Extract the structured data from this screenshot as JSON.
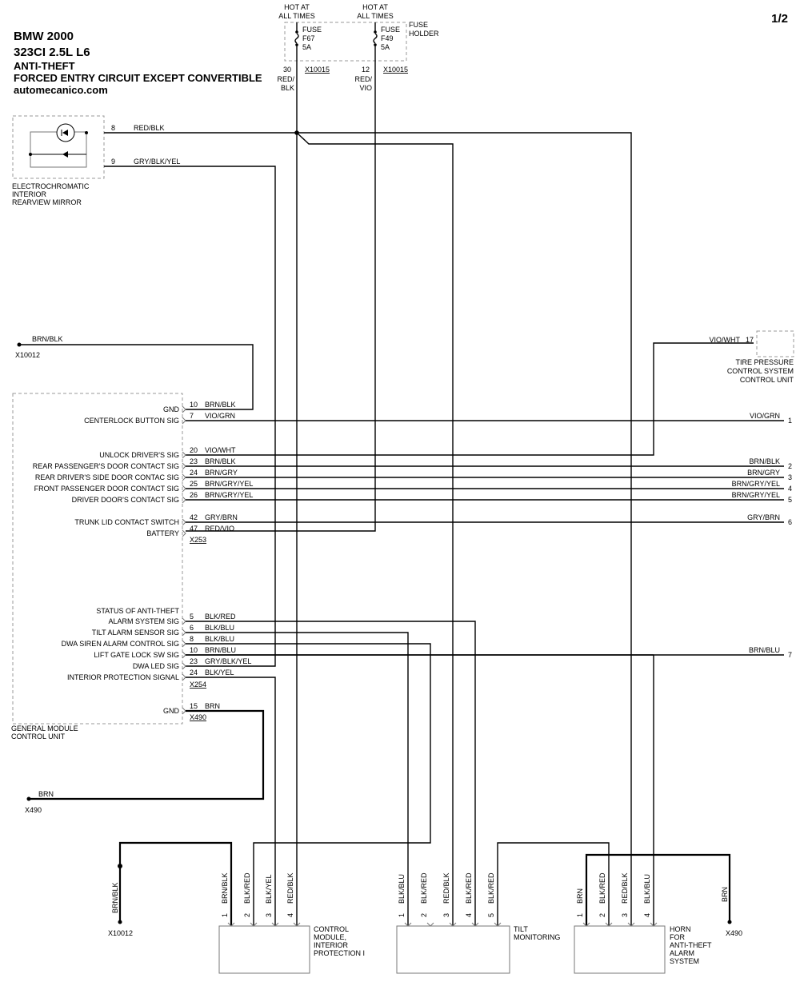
{
  "page": "1/2",
  "header": {
    "line1": "BMW 2000",
    "line2": "323CI 2.5L L6",
    "line3": "ANTI-THEFT",
    "line4": "FORCED ENTRY CIRCUIT EXCEPT CONVERTIBLE",
    "line5": "automecanico.com"
  },
  "fuse_holder": {
    "label": "FUSE HOLDER",
    "fuses": [
      {
        "hot": "HOT AT ALL TIMES",
        "name": "FUSE",
        "id": "F67",
        "rating": "5A",
        "pin": "30",
        "connector": "X10015",
        "wire": "RED/BLK"
      },
      {
        "hot": "HOT AT ALL TIMES",
        "name": "FUSE",
        "id": "F49",
        "rating": "5A",
        "pin": "12",
        "connector": "X10015",
        "wire": "RED/VIO"
      }
    ]
  },
  "mirror": {
    "label": "ELECTROCHROMATIC INTERIOR REARVIEW MIRROR",
    "pins": [
      {
        "pin": "8",
        "wire": "RED/BLK"
      },
      {
        "pin": "9",
        "wire": "GRY/BLK/YEL"
      }
    ]
  },
  "grounds": {
    "x10012_top": {
      "wire": "BRN/BLK",
      "label": "X10012"
    },
    "x490_left": {
      "wire": "BRN",
      "label": "X490"
    }
  },
  "tpc": {
    "label": "TIRE PRESSURE CONTROL SYSTEM CONTROL UNIT",
    "pin": "17",
    "wire": "VIO/WHT"
  },
  "gm": {
    "label": "GENERAL MODULE CONTROL UNIT",
    "pins": [
      {
        "name": "GND",
        "pin": "10",
        "wire": "BRN/BLK",
        "out": "",
        "num": ""
      },
      {
        "name": "CENTERLOCK BUTTON SIG",
        "pin": "7",
        "wire": "VIO/GRN",
        "out": "VIO/GRN",
        "num": "1"
      },
      {
        "name": "UNLOCK DRIVER'S SIG",
        "pin": "20",
        "wire": "VIO/WHT",
        "out": "",
        "num": ""
      },
      {
        "name": "REAR PASSENGER'S DOOR CONTACT SIG",
        "pin": "23",
        "wire": "BRN/BLK",
        "out": "BRN/BLK",
        "num": "2"
      },
      {
        "name": "REAR DRIVER'S SIDE DOOR CONTAC SIG",
        "pin": "24",
        "wire": "BRN/GRY",
        "out": "BRN/GRY",
        "num": "3"
      },
      {
        "name": "FRONT PASSENGER DOOR CONTACT SIG",
        "pin": "25",
        "wire": "BRN/GRY/YEL",
        "out": "BRN/GRY/YEL",
        "num": "4"
      },
      {
        "name": "DRIVER DOOR'S CONTACT SIG",
        "pin": "26",
        "wire": "BRN/GRY/YEL",
        "out": "BRN/GRY/YEL",
        "num": "5"
      },
      {
        "name": "TRUNK LID CONTACT SWITCH",
        "pin": "42",
        "wire": "GRY/BRN",
        "out": "GRY/BRN",
        "num": "6"
      },
      {
        "name": "BATTERY",
        "pin": "47",
        "wire": "RED/VIO",
        "out": "",
        "num": ""
      },
      {
        "name": "STATUS OF ANTI-THEFT",
        "name2": "ALARM SYSTEM SIG",
        "pin": "5",
        "wire": "BLK/RED",
        "out": "",
        "num": ""
      },
      {
        "name": "TILT ALARM SENSOR SIG",
        "pin": "6",
        "wire": "BLK/BLU",
        "out": "",
        "num": ""
      },
      {
        "name": "DWA SIREN ALARM CONTROL SIG",
        "pin": "8",
        "wire": "BLK/BLU",
        "out": "",
        "num": ""
      },
      {
        "name": "LIFT GATE LOCK SW SIG",
        "pin": "10",
        "wire": "BRN/BLU",
        "out": "BRN/BLU",
        "num": "7"
      },
      {
        "name": "DWA LED SIG",
        "pin": "23",
        "wire": "GRY/BLK/YEL",
        "out": "",
        "num": ""
      },
      {
        "name": "INTERIOR PROTECTION SIGNAL",
        "pin": "24",
        "wire": "BLK/YEL",
        "out": "",
        "num": ""
      },
      {
        "name": "GND",
        "pin": "15",
        "wire": "BRN",
        "out": "",
        "num": ""
      }
    ],
    "connectors": [
      "X253",
      "X254",
      "X490"
    ]
  },
  "bottom": {
    "x10012": {
      "wire": "BRN/BLK",
      "label": "X10012"
    },
    "x490": {
      "wire": "BRN",
      "label": "X490"
    },
    "modules": [
      {
        "label": [
          "CONTROL",
          "MODULE,",
          "INTERIOR",
          "PROTECTION I"
        ],
        "pins": [
          {
            "pin": "1",
            "wire": "BRN/BLK"
          },
          {
            "pin": "2",
            "wire": "BLK/RED"
          },
          {
            "pin": "3",
            "wire": "BLK/YEL"
          },
          {
            "pin": "4",
            "wire": "RED/BLK"
          }
        ]
      },
      {
        "label": [
          "TILT",
          "MONITORING"
        ],
        "pins": [
          {
            "pin": "1",
            "wire": "BLK/BLU"
          },
          {
            "pin": "2",
            "wire": "BLK/RED"
          },
          {
            "pin": "3",
            "wire": "RED/BLK"
          },
          {
            "pin": "4",
            "wire": "BLK/RED"
          },
          {
            "pin": "5",
            "wire": "BLK/RED"
          }
        ]
      },
      {
        "label": [
          "HORN",
          "FOR",
          "ANTI-THEFT",
          "ALARM",
          "SYSTEM"
        ],
        "pins": [
          {
            "pin": "1",
            "wire": "BRN"
          },
          {
            "pin": "2",
            "wire": "BLK/RED"
          },
          {
            "pin": "3",
            "wire": "RED/BLK"
          },
          {
            "pin": "4",
            "wire": "BLK/BLU"
          }
        ]
      }
    ]
  }
}
